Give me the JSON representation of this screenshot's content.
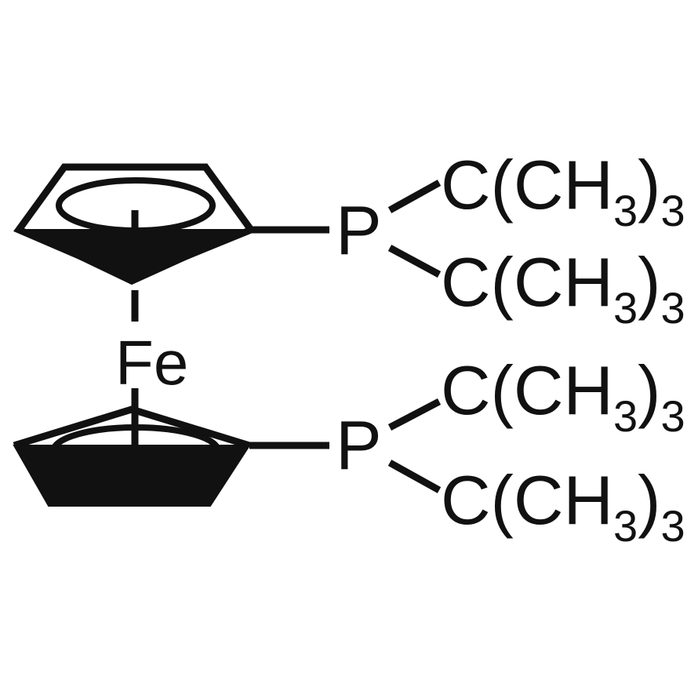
{
  "molecule": {
    "metal": "Fe",
    "phosphorus_upper": "P",
    "phosphorus_lower": "P",
    "substituent_main": "C(CH",
    "subscript_a": "3",
    "close_paren": ")",
    "subscript_b": "3"
  }
}
